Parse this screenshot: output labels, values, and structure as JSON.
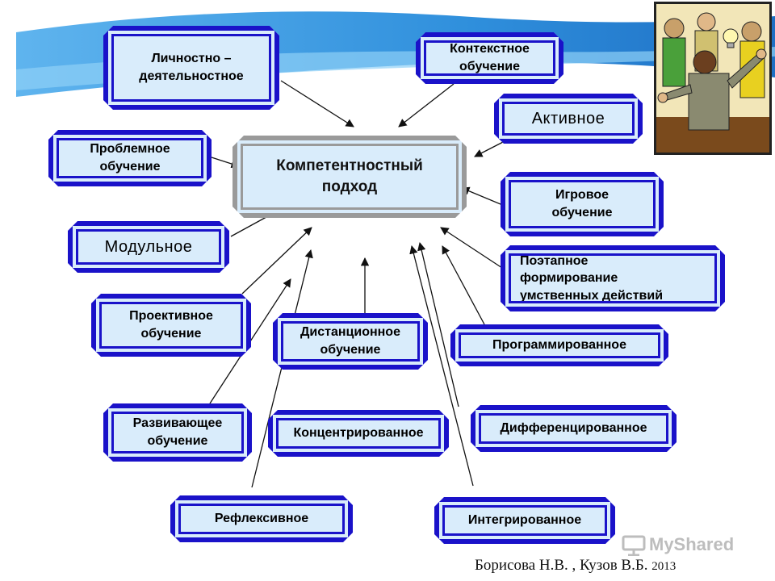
{
  "center": "Компетентностный\nподход",
  "boxes": {
    "lichnostno": "Личностно –\nдеятельностное",
    "kontekstnoe": "Контекстное\nобучение",
    "aktivnoe": "Активное",
    "problemnoe": "Проблемное\nобучение",
    "igrovoe": "Игровое\nобучение",
    "modulnoe": "Модульное",
    "poetapnoe": "Поэтапное\nформирование\n    умственных действий",
    "proektivnoe": "Проективное\nобучение",
    "distantsionnoe": "Дистанционное\nобучение",
    "programmirovannoe": "Программированное",
    "razvivayushchee": "Развивающее\nобучение",
    "kontsentrirovannoe": "Концентрированное",
    "differentsirovannoe": "Дифференцированное",
    "refleksivnoe": "Рефлексивное",
    "integrirovannoe": "Интегрированное"
  },
  "credit": {
    "authors": "Борисова Н.В. , Кузов В.Б.",
    "year": "2013"
  },
  "watermark": "MyShared",
  "colors": {
    "box_border": "#1a12c9",
    "box_fill": "#d9ecfb",
    "center_border": "#9a9a9a",
    "banner": "#3d9be0"
  },
  "icons": [
    "people-illustration",
    "presentation-icon"
  ]
}
